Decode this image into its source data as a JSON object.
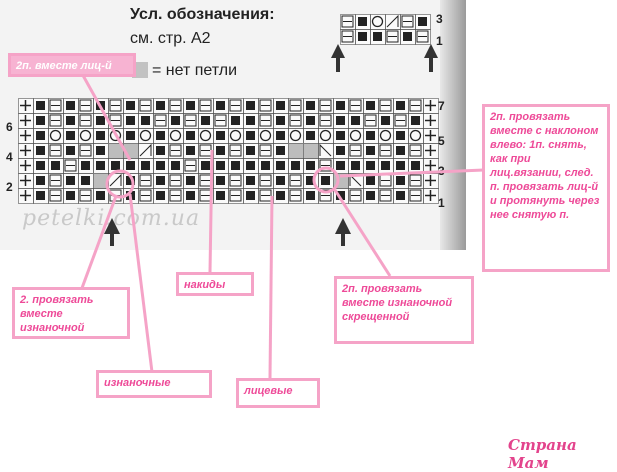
{
  "legend": {
    "title": "Усл. обозначения:",
    "see": "см. стр. А2",
    "no_stitch": "= нет петли"
  },
  "small_chart_rows": [
    "3",
    "1"
  ],
  "main_chart_rows": [
    "7",
    "6",
    "5",
    "4",
    "3",
    "2",
    "1"
  ],
  "watermark": "petelki.com.ua",
  "callouts": {
    "knit2_together": "2п. вместе лиц-й",
    "ssk": "2п. провязать вместе с наклоном влево: 1п. снять, как при лиц.вязании, след. п. провязать лиц-й и протянуть через нее снятую п.",
    "purl2_together": "2. провязать вместе изнаночной",
    "yarn_overs": "накиды",
    "purl2_twisted": "2п. провязать вместе изнаночной скрещенной",
    "purl": "изнаночные",
    "knit": "лицевые"
  },
  "brand": "Страна Мам",
  "colors": {
    "callout_border": "#f5a3c7",
    "callout_text": "#ee4a98",
    "brand": "#e3438c"
  }
}
